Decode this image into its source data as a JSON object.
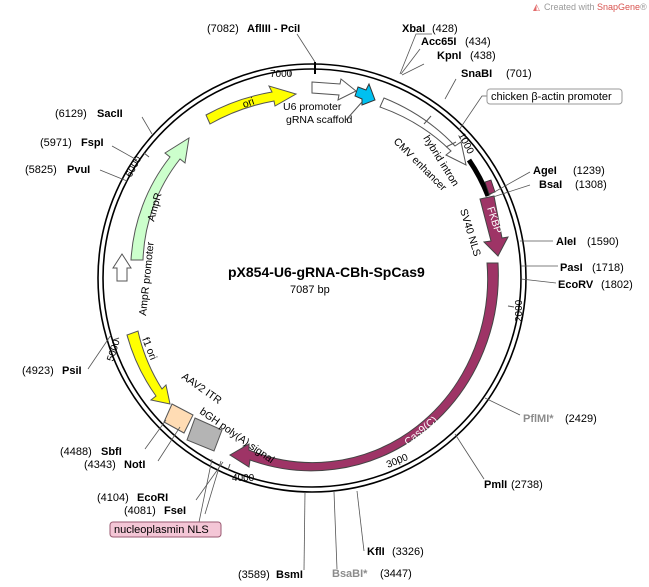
{
  "watermark": {
    "prefix": "Created with ",
    "brand": "SnapGene",
    "suffix": "®"
  },
  "plasmid": {
    "name": "pX854-U6-gRNA-CBh-SpCas9",
    "length": "7087 bp"
  },
  "ticks": [
    "7000",
    "1000",
    "2000",
    "3000",
    "4000",
    "5000",
    "6000"
  ],
  "sites": [
    {
      "pos": "(7082)",
      "name": "AflIII - PciI"
    },
    {
      "pos": "(428)",
      "name": "XbaI"
    },
    {
      "pos": "(434)",
      "name": "Acc65I"
    },
    {
      "pos": "(438)",
      "name": "KpnI"
    },
    {
      "pos": "(701)",
      "name": "SnaBI"
    },
    {
      "pos": "(1239)",
      "name": "AgeI"
    },
    {
      "pos": "(1308)",
      "name": "BsaI"
    },
    {
      "pos": "(1590)",
      "name": "AleI"
    },
    {
      "pos": "(1718)",
      "name": "PasI"
    },
    {
      "pos": "(1802)",
      "name": "EcoRV"
    },
    {
      "pos": "(2429)",
      "name": "PflMI*"
    },
    {
      "pos": "(2738)",
      "name": "PmlI"
    },
    {
      "pos": "(3326)",
      "name": "KflI"
    },
    {
      "pos": "(3447)",
      "name": "BsaBI*"
    },
    {
      "pos": "(3589)",
      "name": "BsmI"
    },
    {
      "pos": "(4081)",
      "name": "FseI"
    },
    {
      "pos": "(4104)",
      "name": "EcoRI"
    },
    {
      "pos": "(4343)",
      "name": "NotI"
    },
    {
      "pos": "(4488)",
      "name": "SbfI"
    },
    {
      "pos": "(4923)",
      "name": "PsiI"
    },
    {
      "pos": "(5825)",
      "name": "PvuI"
    },
    {
      "pos": "(5971)",
      "name": "FspI"
    },
    {
      "pos": "(6129)",
      "name": "SacII"
    }
  ],
  "features": {
    "ori": "ori",
    "u6_promoter": "U6 promoter",
    "grna_scaffold": "gRNA scaffold",
    "chicken_actin": "chicken β-actin promoter",
    "cmv_enhancer": "CMV enhancer",
    "hybrid_intron": "hybrid intron",
    "fkbp": "FKBP",
    "sv40_nls": "SV40 NLS",
    "cas9": "Cas9(C)",
    "bgh": "bGH poly(A) signal",
    "aav2_itr": "AAV2 ITR",
    "nucleoplasmin_nls": "nucleoplasmin NLS",
    "f1_ori": "f1 ori",
    "ampr": "AmpR",
    "ampr_promoter": "AmpR promoter"
  },
  "colors": {
    "ori": "#ffff00",
    "u6": "#ffffff",
    "grna": "#00c0f0",
    "cbh": "#ffffff",
    "cas9": "#9e3466",
    "ampr": "#ccffcc",
    "f1ori": "#ffff00",
    "aav2_itr": "#ffdcb4",
    "bgh": "#b4b4b4",
    "nucleoplasmin": "#f4c6d6"
  }
}
